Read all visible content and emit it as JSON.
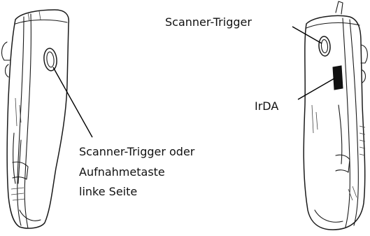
{
  "labels": {
    "scanner_trigger": "Scanner-Trigger",
    "irda": "IrDA",
    "left_side_line1": "Scanner-Trigger oder",
    "left_side_line2": "Aufnahmetaste",
    "left_side_line3": "linke Seite"
  }
}
